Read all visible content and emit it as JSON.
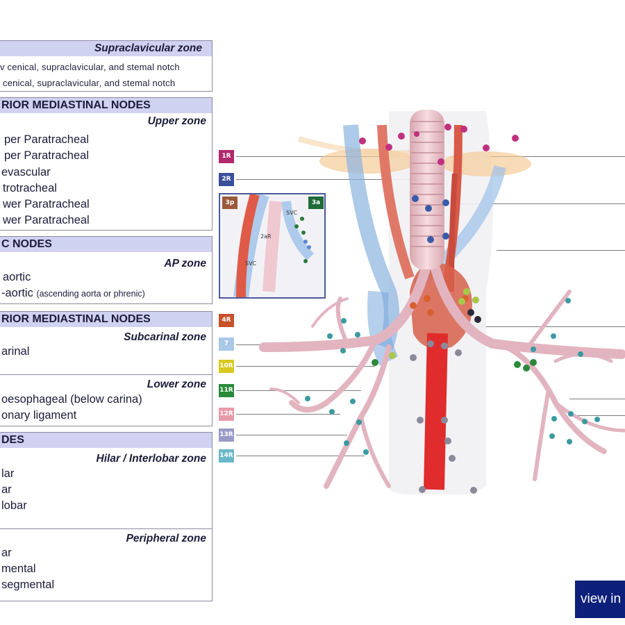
{
  "supraclavicular": {
    "zone": "Supraclavicular zone",
    "rows": [
      "v cenical, supraclavicular, and stemal notch",
      "cenical, supraclavicular, and stemal notch"
    ]
  },
  "superior": {
    "header": "RIOR MEDIASTINAL NODES",
    "zone": "Upper zone",
    "rows": [
      "per Paratracheal",
      "per Paratracheal",
      "evascular",
      "trotracheal",
      "wer Paratracheal",
      "wer Paratracheal"
    ]
  },
  "aortic": {
    "header": "C NODES",
    "zone": "AP zone",
    "rows": [
      "aortic",
      "-aortic"
    ],
    "row2_note": "(ascending aorta or phrenic)"
  },
  "inferior": {
    "header": "RIOR MEDIASTINAL NODES",
    "zone1": "Subcarinal zone",
    "rows1": [
      "arinal"
    ],
    "zone2": "Lower zone",
    "rows2": [
      "oesophageal (below carina)",
      "onary ligament"
    ]
  },
  "n1": {
    "header": "DES",
    "zone1": "Hilar / Interlobar zone",
    "rows1": [
      "lar",
      "ar",
      "lobar"
    ],
    "zone2": "Peripheral zone",
    "rows2": [
      "ar",
      "mental",
      "segmental"
    ]
  },
  "codes": {
    "c1R": "1R",
    "c2R": "2R",
    "c3p": "3p",
    "c3a": "3a",
    "c4R": "4R",
    "c7": "7",
    "c10R": "10R",
    "c11R": "11R",
    "c12R": "12R",
    "c13R": "13R",
    "c14R": "14R"
  },
  "inset_labels": {
    "svc": "SVC",
    "l1": "2aR",
    "l2": "SVC"
  },
  "colors": {
    "c1R": "#b0286e",
    "c2R": "#3a4f9a",
    "c3p": "#9a5a3a",
    "c3a": "#1f6b3a",
    "c4R": "#c8502a",
    "c7": "#a8c8e8",
    "c10R": "#d8c820",
    "c11R": "#2a8a3a",
    "c12R": "#e89aa8",
    "c13R": "#9a9ac8",
    "c14R": "#6ab8c8",
    "header_bg": "#cfd2f0",
    "button_bg": "#0c1f7a"
  },
  "button": {
    "label": "view in"
  }
}
